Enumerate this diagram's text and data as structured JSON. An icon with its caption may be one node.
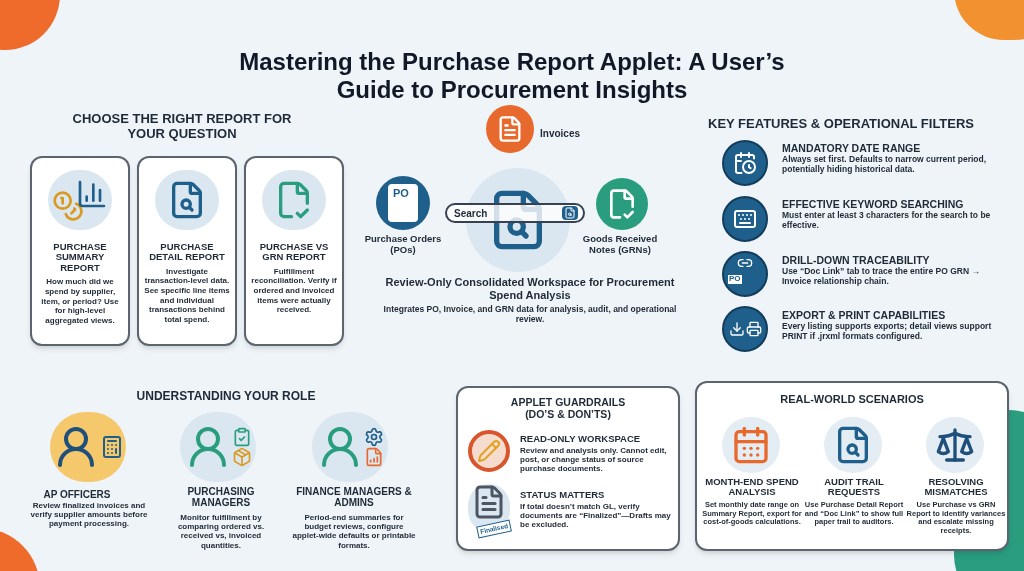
{
  "diagram": {
    "title": "Mastering the Purchase Report Applet: A User’s Guide to Procurement Insights",
    "nodes": [
      {
        "text": [
          "PURCHASE SUMMARY REPORT",
          "How much did we spend by supplier, item, or period? Use for high-level aggregated views."
        ]
      },
      {
        "text": [
          "PURCHASE DETAIL REPORT",
          "Investigate transaction-level data. See specific line items and individual transactions behind total spend."
        ]
      },
      {
        "text": [
          "PURCHASE VS GRN REPORT",
          "Fulfillment reconciliation. Verify if ordered and invoiced items were actually received."
        ]
      },
      {
        "text": [
          "APPLET GUARDRAILS (DO’S & DON’TS)",
          "READ-ONLY WORKSPACE",
          "Review and analysis only. Cannot edit, post, or change status of source purchase documents.",
          "STATUS MATTERS",
          "If total doesn’t match GL, verify documents are “Finalized”—Drafts may be excluded."
        ]
      },
      {
        "text": [
          "REAL-WORLD SCENARIOS",
          "MONTH-END SPEND ANALYSIS",
          "Set monthly date range on Summary Report, export for cost-of-goods calculations.",
          "AUDIT TRAIL REQUESTS",
          "Use Purchase Detail Report and “Doc Link” to show full paper trail to auditors.",
          "RESOLVING MISMATCHES",
          "Use Purchase vs GRN Report to identify variances and escalate missing receipts."
        ]
      }
    ],
    "labels": [
      "CHOOSE THE RIGHT REPORT FOR YOUR QUESTION",
      "Invoices",
      "PO",
      "Search",
      "Purchase Orders (POs)",
      "Goods Received Notes (GRNs)",
      "Review-Only Consolidated Workspace for Procurement Spend Analysis",
      "Integrates PO, Invoice, and GRN data for analysis, audit, and operational review.",
      "KEY FEATURES & OPERATIONAL FILTERS",
      "MANDATORY DATE RANGE",
      "Always set first. Defaults to narrow current period, potentially hiding historical data.",
      "EFFECTIVE KEYWORD SEARCHING",
      "Must enter at least 3 characters for the search to be effective.",
      "PO",
      "DRILL-DOWN TRACEABILITY",
      "Use “Doc Link” tab to trace the entire PO GRN → Invoice relationship chain.",
      "EXPORT & PRINT CAPABILITIES",
      "Every listing supports exports; detail views support PRINT if .jrxml formats configured.",
      "UNDERSTANDING YOUR ROLE",
      "AP OFFICERS",
      "Review finalized invoices and verify supplier amounts before payment processing.",
      "PURCHASING MANAGERS",
      "Monitor fulfillment by comparing ordered vs. received vs, invoiced quantities.",
      "FINANCE MANAGERS & ADMINS",
      "Period-end summaries for budget reviews, configure applet-wide defaults or printable formats.",
      "Finalised"
    ]
  }
}
